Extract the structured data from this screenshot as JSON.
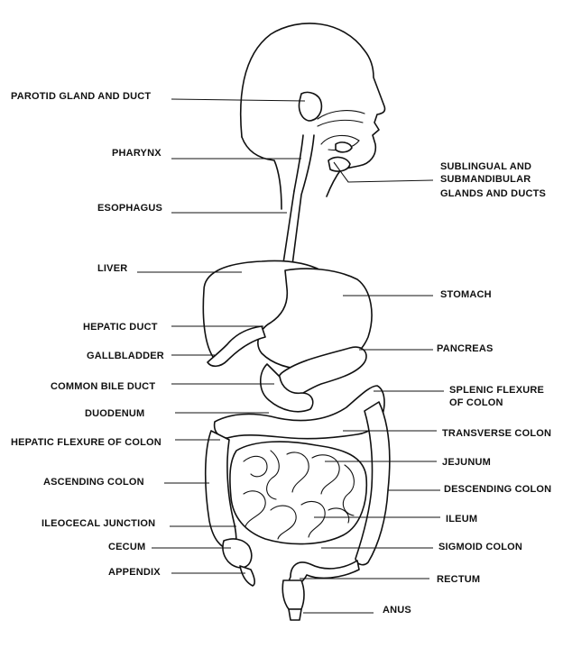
{
  "labels": {
    "parotid": "PAROTID GLAND AND DUCT",
    "pharynx": "PHARYNX",
    "esophagus": "ESOPHAGUS",
    "liver": "LIVER",
    "hepatic_duct": "HEPATIC DUCT",
    "gallbladder": "GALLBLADDER",
    "common_bile_duct": "COMMON BILE DUCT",
    "duodenum": "DUODENUM",
    "hepatic_flexure": "HEPATIC FLEXURE OF COLON",
    "ascending_colon": "ASCENDING COLON",
    "ileocecal_junction": "ILEOCECAL JUNCTION",
    "cecum": "CECUM",
    "appendix": "APPENDIX",
    "sublingual_line1": "SUBLINGUAL AND",
    "sublingual_line2": "SUBMANDIBULAR",
    "sublingual_line3": "GLANDS AND DUCTS",
    "stomach": "STOMACH",
    "pancreas": "PANCREAS",
    "splenic_line1": "SPLENIC  FLEXURE",
    "splenic_line2": "OF  COLON",
    "transverse_colon": "TRANSVERSE COLON",
    "jejunum": "JEJUNUM",
    "descending_colon": "DESCENDING COLON",
    "ileum": "ILEUM",
    "sigmoid_colon": "SIGMOID COLON",
    "rectum": "RECTUM",
    "anus": "ANUS"
  }
}
